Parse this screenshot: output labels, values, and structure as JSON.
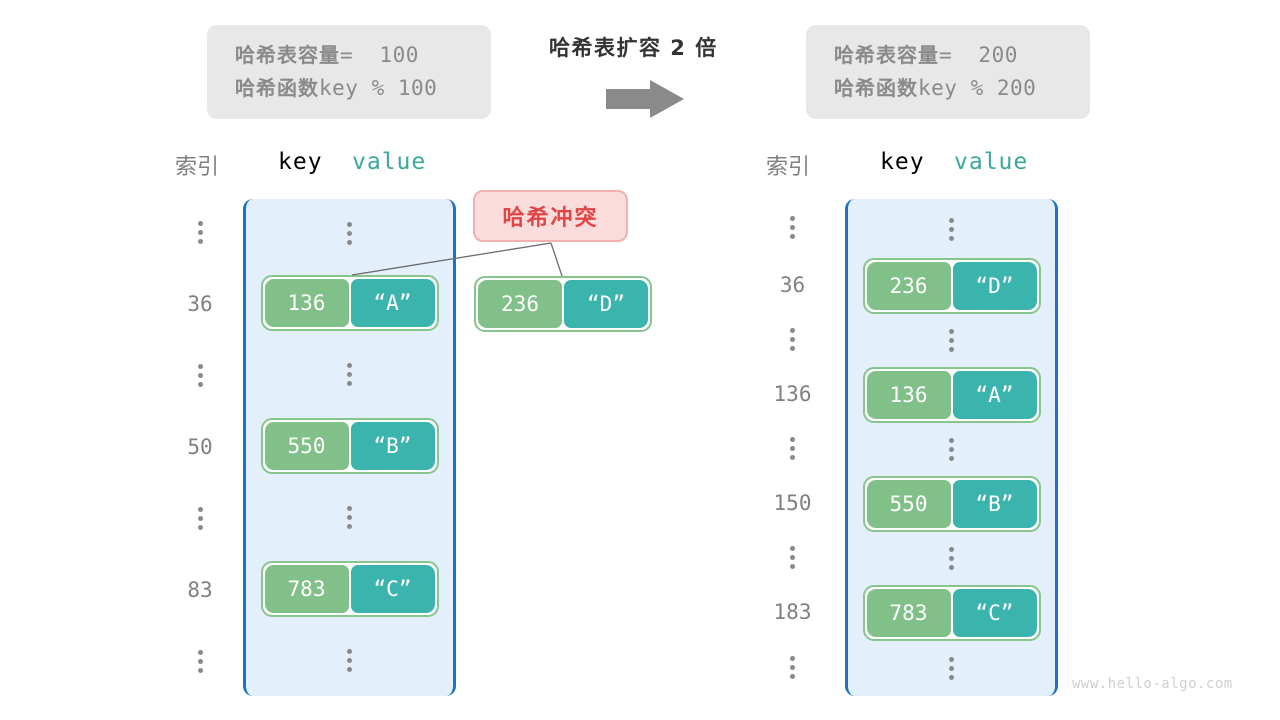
{
  "watermark": "www.hello-algo.com",
  "center": {
    "caption": "哈希表扩容 2 倍",
    "arrow_icon": "right-arrow-icon",
    "arrow_color": "#8a8a8a"
  },
  "colors": {
    "key_cell": "#82c08a",
    "value_cell": "#3cb4ae",
    "pair_border": "#86c58c",
    "bucket_fill": "#e3f0fb",
    "bucket_border": "#1a73c4",
    "callout_fill": "#fadcdc",
    "callout_border": "#f2b0b0",
    "callout_text": "#e04545",
    "info_box_fill": "#e8e8e8",
    "muted_text": "#8a8a8a"
  },
  "before": {
    "info": {
      "capacity_label": "哈希表容量",
      "capacity_value": "=  100",
      "function_label": "哈希函数",
      "function_value": "key % 100"
    },
    "headers": {
      "index": "索引",
      "key": "key",
      "value": "value"
    },
    "rows": [
      {
        "index": "⋮",
        "type": "dots"
      },
      {
        "index": "36",
        "type": "pair",
        "key": "136",
        "value": "“A”"
      },
      {
        "index": "⋮",
        "type": "dots"
      },
      {
        "index": "50",
        "type": "pair",
        "key": "550",
        "value": "“B”"
      },
      {
        "index": "⋮",
        "type": "dots"
      },
      {
        "index": "83",
        "type": "pair",
        "key": "783",
        "value": "“C”"
      },
      {
        "index": "⋮",
        "type": "dots"
      }
    ],
    "collision": {
      "label": "哈希冲突",
      "key": "236",
      "value": "“D”"
    }
  },
  "after": {
    "info": {
      "capacity_label": "哈希表容量",
      "capacity_value": "=  200",
      "function_label": "哈希函数",
      "function_value": "key % 200"
    },
    "headers": {
      "index": "索引",
      "key": "key",
      "value": "value"
    },
    "rows": [
      {
        "index": "⋮",
        "type": "dots"
      },
      {
        "index": "36",
        "type": "pair",
        "key": "236",
        "value": "“D”"
      },
      {
        "index": "⋮",
        "type": "dots"
      },
      {
        "index": "136",
        "type": "pair",
        "key": "136",
        "value": "“A”"
      },
      {
        "index": "⋮",
        "type": "dots"
      },
      {
        "index": "150",
        "type": "pair",
        "key": "550",
        "value": "“B”"
      },
      {
        "index": "⋮",
        "type": "dots"
      },
      {
        "index": "183",
        "type": "pair",
        "key": "783",
        "value": "“C”"
      },
      {
        "index": "⋮",
        "type": "dots"
      }
    ]
  }
}
